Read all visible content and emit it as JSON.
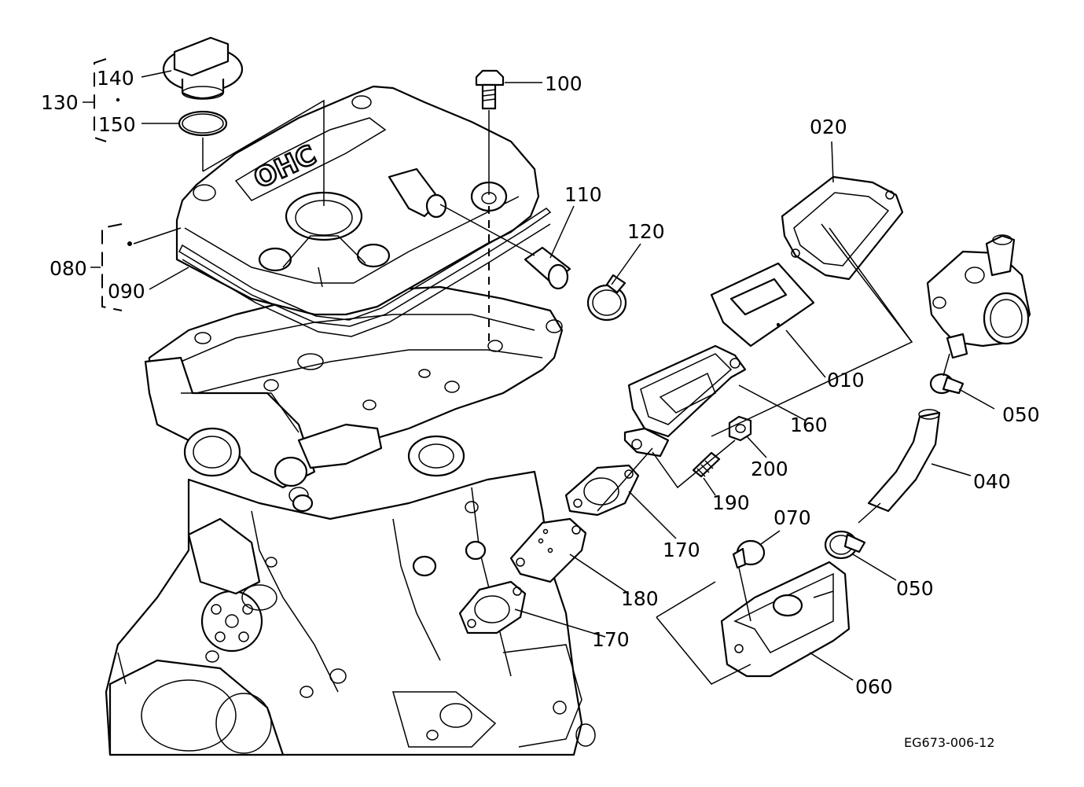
{
  "diagram": {
    "drawing_code": "EG673-006-12",
    "cover_embossing": "OHC",
    "part_labels": [
      {
        "id": "140",
        "text": "140"
      },
      {
        "id": "130",
        "text": "130"
      },
      {
        "id": "150",
        "text": "150"
      },
      {
        "id": "100",
        "text": "100"
      },
      {
        "id": "020",
        "text": "020"
      },
      {
        "id": "110",
        "text": "110"
      },
      {
        "id": "120",
        "text": "120"
      },
      {
        "id": "080",
        "text": "080"
      },
      {
        "id": "090",
        "text": "090"
      },
      {
        "id": "010",
        "text": "010"
      },
      {
        "id": "050a",
        "text": "050"
      },
      {
        "id": "160",
        "text": "160"
      },
      {
        "id": "200",
        "text": "200"
      },
      {
        "id": "040",
        "text": "040"
      },
      {
        "id": "190",
        "text": "190"
      },
      {
        "id": "070",
        "text": "070"
      },
      {
        "id": "170a",
        "text": "170"
      },
      {
        "id": "050b",
        "text": "050"
      },
      {
        "id": "180",
        "text": "180"
      },
      {
        "id": "170b",
        "text": "170"
      },
      {
        "id": "060",
        "text": "060"
      }
    ]
  }
}
